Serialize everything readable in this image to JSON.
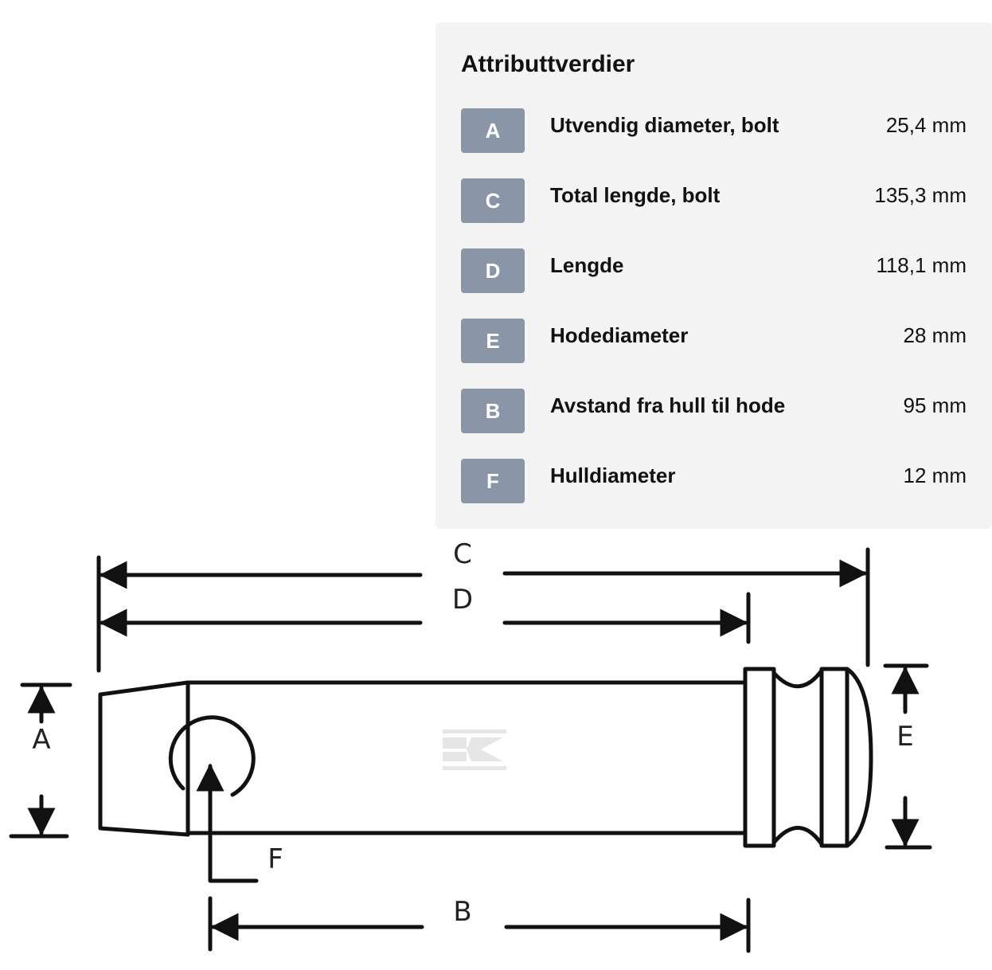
{
  "panel": {
    "title": "Attributtverdier",
    "rows": [
      {
        "key": "A",
        "label": "Utvendig diameter, bolt",
        "value": "25,4 mm"
      },
      {
        "key": "C",
        "label": "Total lengde, bolt",
        "value": "135,3 mm"
      },
      {
        "key": "D",
        "label": "Lengde",
        "value": "118,1 mm"
      },
      {
        "key": "E",
        "label": "Hodediameter",
        "value": "28 mm"
      },
      {
        "key": "B",
        "label": "Avstand fra hull til hode",
        "value": "95 mm"
      },
      {
        "key": "F",
        "label": "Hulldiameter",
        "value": "12 mm"
      }
    ]
  },
  "diagram": {
    "labels": {
      "A": "A",
      "B": "B",
      "C": "C",
      "D": "D",
      "E": "E",
      "F": "F"
    },
    "line_color": "#111111",
    "badge_color": "#8a96a8"
  }
}
